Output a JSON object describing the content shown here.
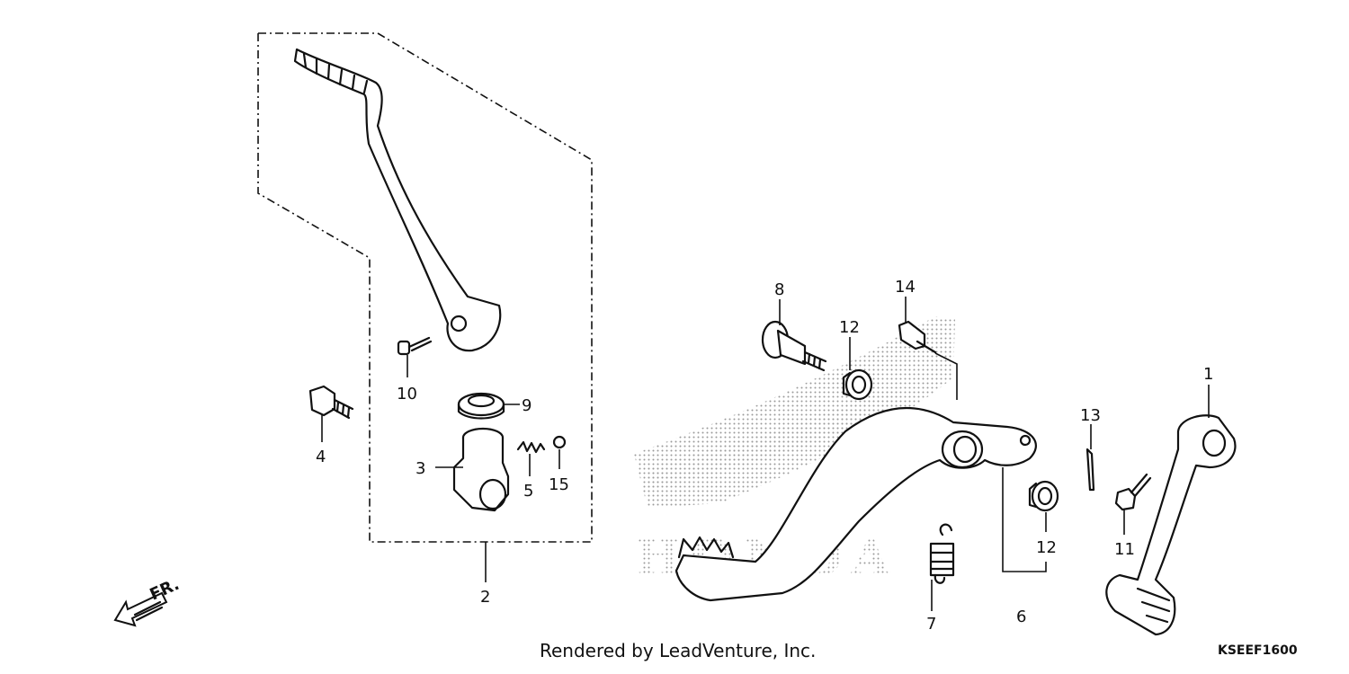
{
  "callouts": {
    "c1": "1",
    "c2": "2",
    "c3": "3",
    "c4": "4",
    "c5": "5",
    "c6": "6",
    "c7": "7",
    "c8": "8",
    "c9": "9",
    "c10": "10",
    "c11": "11",
    "c12a": "12",
    "c12b": "12",
    "c13": "13",
    "c14": "14",
    "c15": "15"
  },
  "front_arrow_label": "FR.",
  "watermark_text": "HONDA",
  "credit": "Rendered by LeadVenture, Inc.",
  "diagram_code": "KSEEF1600",
  "colors": {
    "ink": "#111111",
    "watermark": "#9a9a9a",
    "background": "#ffffff"
  }
}
